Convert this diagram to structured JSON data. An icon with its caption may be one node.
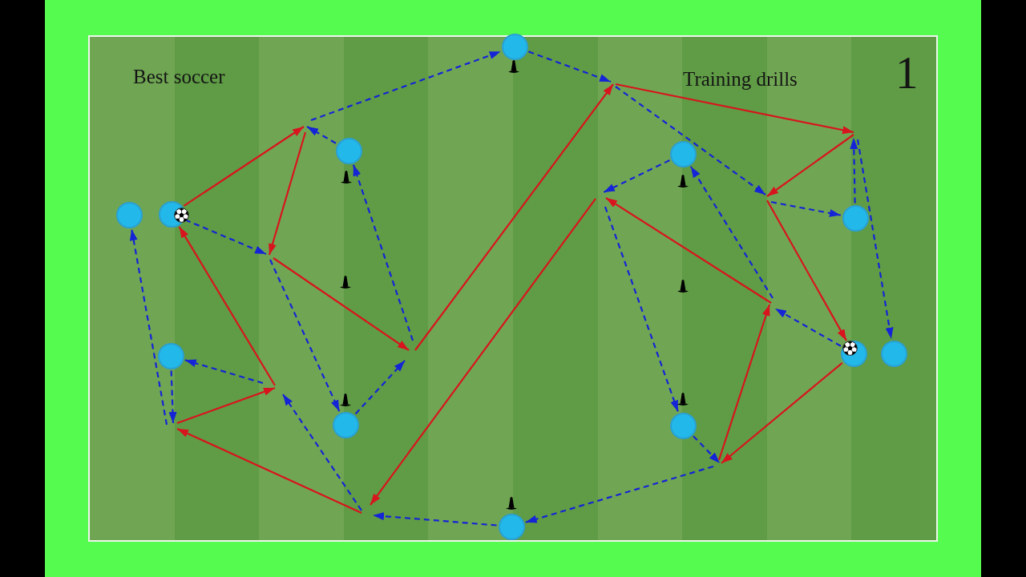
{
  "diagram": {
    "nodes": [
      {
        "text": [],
        "shape": "circle"
      },
      {
        "text": [],
        "shape": "circle"
      },
      {
        "text": [],
        "shape": "circle"
      },
      {
        "text": [],
        "shape": "circle"
      },
      {
        "text": [],
        "shape": "circle"
      },
      {
        "text": [],
        "shape": "circle"
      },
      {
        "text": [],
        "shape": "circle"
      },
      {
        "text": [],
        "shape": "circle"
      },
      {
        "text": [],
        "shape": "circle"
      },
      {
        "text": [],
        "shape": "circle"
      },
      {
        "text": [],
        "shape": "circle"
      },
      {
        "text": [],
        "shape": "circle"
      }
    ],
    "edges": [
      {
        "from": null,
        "to": 0,
        "arrow": "to",
        "style": "dashed"
      },
      {
        "from": 0,
        "to": null,
        "arrow": "to",
        "style": "dashed"
      },
      {
        "from": 1,
        "to": null,
        "arrow": "to",
        "style": "dashed"
      },
      {
        "from": 4,
        "to": null,
        "arrow": "to",
        "style": "dashed"
      },
      {
        "from": null,
        "to": 1,
        "arrow": "to",
        "style": "dashed"
      },
      {
        "from": null,
        "to": 9,
        "arrow": "to",
        "style": "dashed"
      },
      {
        "from": 9,
        "to": null,
        "arrow": "to",
        "style": "dashed"
      },
      {
        "from": null,
        "to": 6,
        "arrow": "to",
        "style": "dashed"
      },
      {
        "from": null,
        "to": 3,
        "arrow": "to",
        "style": "dashed"
      },
      {
        "from": 6,
        "to": null,
        "arrow": "to",
        "style": "dashed"
      },
      {
        "from": 11,
        "to": null,
        "arrow": "to",
        "style": "dashed"
      },
      {
        "from": 2,
        "to": null,
        "arrow": "to",
        "style": "dashed"
      },
      {
        "from": null,
        "to": 10,
        "arrow": "to",
        "style": "dashed"
      },
      {
        "from": 10,
        "to": null,
        "arrow": "to",
        "style": "dashed"
      },
      {
        "from": null,
        "to": 11,
        "arrow": "to",
        "style": "dashed"
      },
      {
        "from": null,
        "to": 2,
        "arrow": "to",
        "style": "dashed"
      },
      {
        "from": null,
        "to": 5,
        "arrow": "to",
        "style": "dashed"
      },
      {
        "from": 5,
        "to": null,
        "arrow": "to",
        "style": "dashed"
      },
      {
        "from": null,
        "to": 8,
        "arrow": "to",
        "style": "dashed"
      },
      {
        "from": 7,
        "to": null,
        "arrow": "to",
        "style": "dashed"
      },
      {
        "from": 4,
        "to": null,
        "arrow": "to",
        "color": "#d8141e"
      },
      {
        "from": null,
        "to": 4,
        "arrow": "to",
        "color": "#d8141e"
      },
      {
        "from": null,
        "to": 7,
        "arrow": "to",
        "color": "#d8141e"
      },
      {
        "from": 7,
        "to": null,
        "arrow": "to",
        "color": "#d8141e"
      }
    ],
    "labels": [
      "Best soccer",
      "Training drills",
      "1"
    ]
  }
}
